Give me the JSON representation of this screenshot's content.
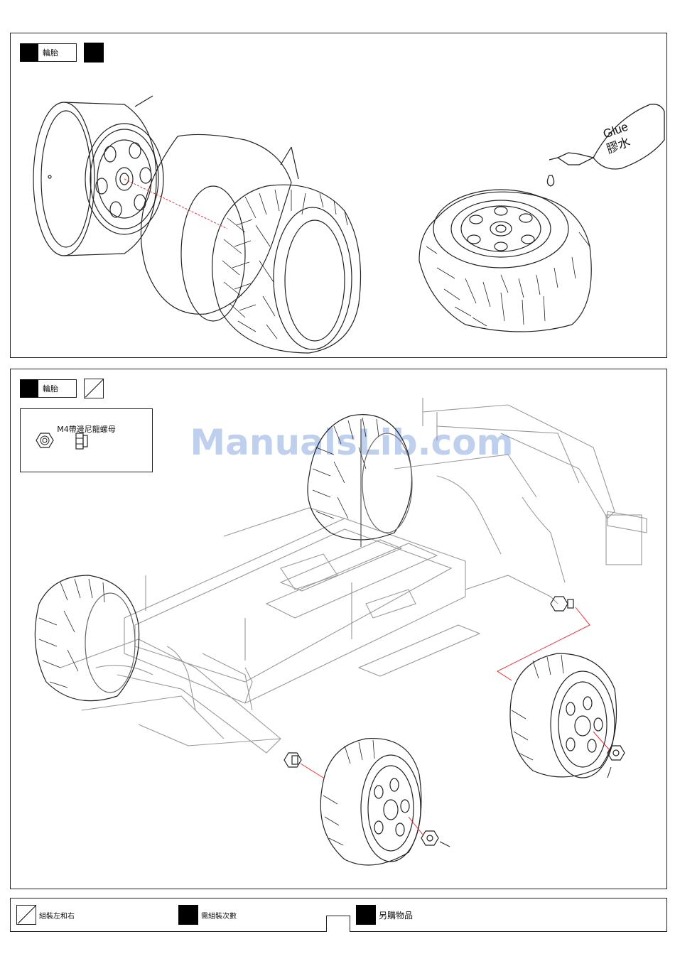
{
  "step1": {
    "label": "輪胎",
    "glue_text_en": "Glue",
    "glue_text_zh": "膠水"
  },
  "step2": {
    "label": "輪胎",
    "part_name": "M4帶邊尼龍螺母",
    "watermark": "ManualsLib.com"
  },
  "legend": {
    "left_right": "組裝左和右",
    "repeat": "需組裝次數",
    "purchase": "另購物品"
  },
  "colors": {
    "line": "#222222",
    "red_guide": "#e0303a",
    "watermark": "#6e96d7"
  }
}
